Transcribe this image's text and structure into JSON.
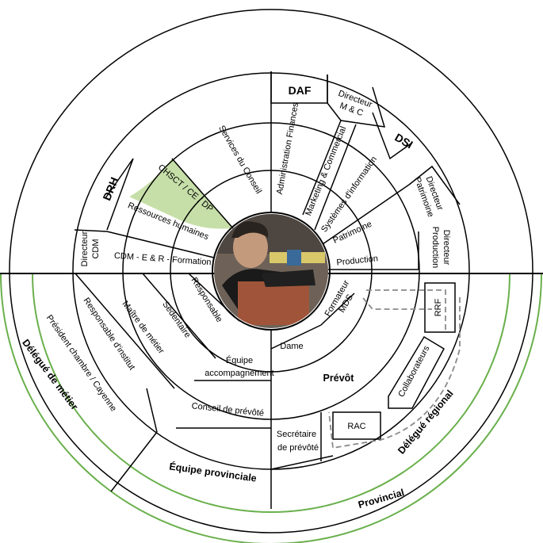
{
  "labels": {
    "daf": "DAF",
    "dsi": "DSI",
    "drh": "DRH",
    "dir_mc": [
      "Directeur",
      "M & C"
    ],
    "dir_patrimoine": [
      "Directeur",
      "Patrimoine"
    ],
    "dir_production": [
      "Directeur",
      "Production"
    ],
    "dir_cdm": [
      "Directeur",
      "CDM"
    ],
    "services_conseil": "Services du Conseil",
    "chsct": "CHSCT / CE / DP",
    "ressources_humaines": "Ressources humaines",
    "cdm_formation": "CDM - E & R - Formation",
    "admin_finances": "Administration Finances",
    "marketing": "Marketing & Commercial",
    "systemes_info": "Systèmes d'information",
    "patrimoine": "Patrimoine",
    "production": "Production",
    "formateur": [
      "Formateur",
      "MDS"
    ],
    "rrf": "RRF",
    "collaborateurs": "Collaborateurs",
    "rac": "RAC",
    "prevot": "Prévôt",
    "dame": "Dame",
    "secretaire": [
      "Secrétaire",
      "de prévôté"
    ],
    "delegue_regional": "Délégué régional",
    "provincial": "Provincial",
    "equipe_accompagnement": [
      "Équipe",
      "accompagnement"
    ],
    "conseil_prevote": "Conseil de prévôté",
    "equipe_provinciale": "Équipe provinciale",
    "responsable": "Responsable",
    "sedentaire": "Sédentaire",
    "maitre_metier": "Maître de métier",
    "responsable_institut": "Responsable d'institut",
    "president_chambre": "Président chambre / Cayenne",
    "delegue_metier": "Délégué de métier"
  },
  "colors": {
    "highlight": "#c6dfa8",
    "green_line": "#6ab04c",
    "dash_line": "#8a8a8a",
    "photo_bg": "#6e6258"
  }
}
